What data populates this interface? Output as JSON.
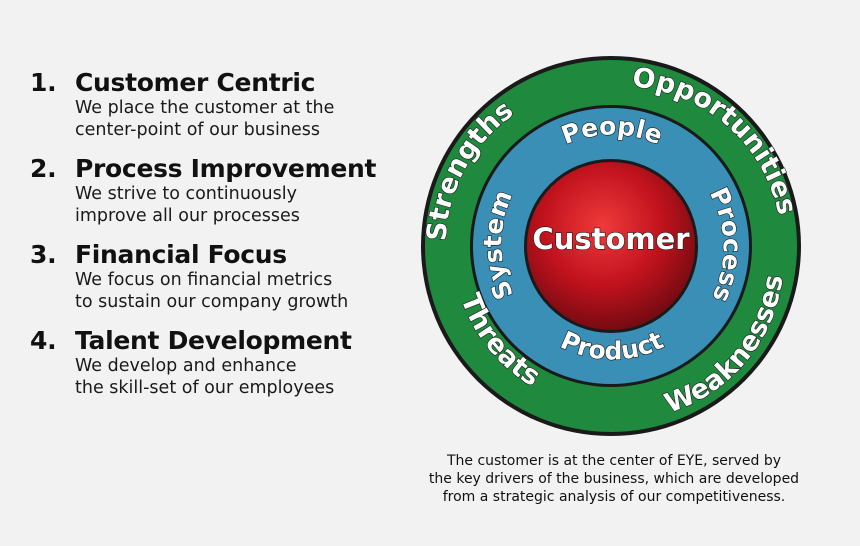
{
  "list": [
    {
      "num": "1.",
      "title": "Customer Centric",
      "desc": [
        "We place the customer at the",
        "center-point of our business"
      ]
    },
    {
      "num": "2.",
      "title": "Process Improvement",
      "desc": [
        "We strive to continuously",
        "improve all our processes"
      ]
    },
    {
      "num": "3.",
      "title": "Financial Focus",
      "desc": [
        "We focus on financial metrics",
        "to sustain our company growth"
      ]
    },
    {
      "num": "4.",
      "title": "Talent Development",
      "desc": [
        "We develop and enhance",
        "the skill-set of our employees"
      ]
    }
  ],
  "diagram": {
    "center_label": "Customer",
    "inner_ring": [
      "People",
      "Process",
      "Product",
      "System"
    ],
    "outer_ring": [
      "Strengths",
      "Opportunities",
      "Weaknesses",
      "Threats"
    ],
    "colors": {
      "outer_ring": "#1f8a3e",
      "inner_ring": "#3a8fb7",
      "center": "#c0121d",
      "outline": "#1a1a1a"
    }
  },
  "caption": [
    "The customer is at the center of EYE, served by",
    "the key drivers of the business, which are developed",
    "from a strategic analysis of our competitiveness."
  ]
}
